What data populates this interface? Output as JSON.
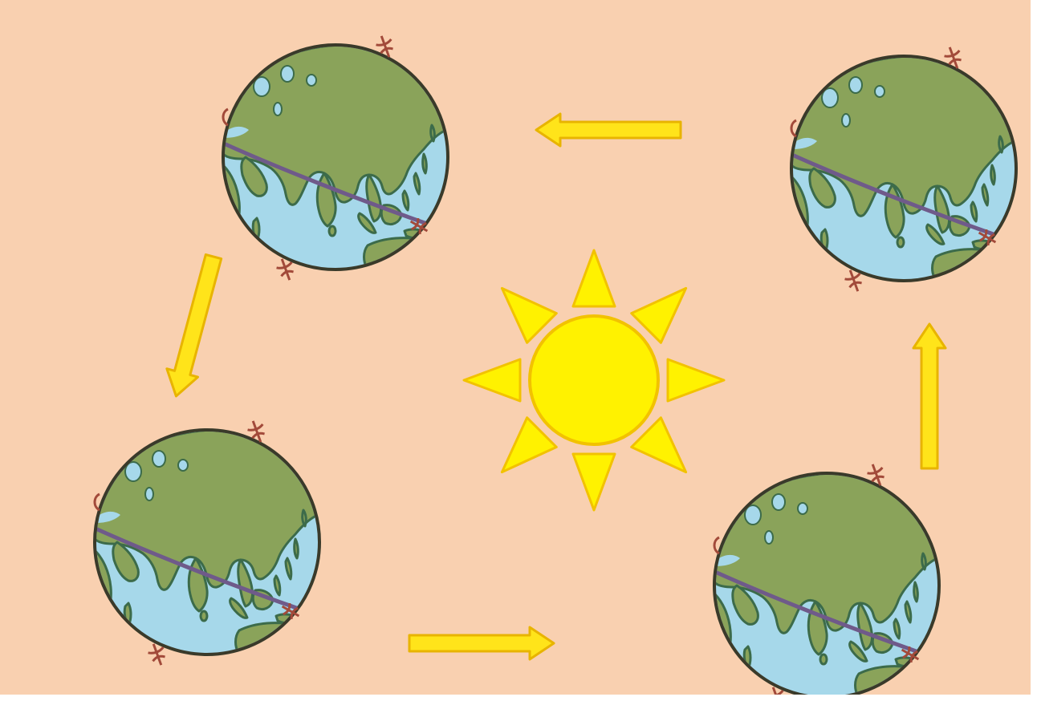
{
  "diagram": {
    "subject": "earth-revolution-around-sun",
    "colors": {
      "background": "#f9d0b0",
      "frame": "#ffffff",
      "sun_fill": "#fff200",
      "sun_stroke": "#f2c200",
      "arrow_fill": "#ffe41a",
      "arrow_stroke": "#e8b400",
      "ocean": "#a6d8ea",
      "land": "#8aa35a",
      "land_stroke": "#3c6b4a",
      "globe_outline": "#3a3a2a",
      "equator": "#6f5a8a",
      "axis": "#a24a3a"
    },
    "globes": [
      {
        "name": "earth-top-left"
      },
      {
        "name": "earth-top-right"
      },
      {
        "name": "earth-bottom-left"
      },
      {
        "name": "earth-bottom-right"
      }
    ],
    "arrows": [
      {
        "name": "arrow-left",
        "direction": "left"
      },
      {
        "name": "arrow-down",
        "direction": "down"
      },
      {
        "name": "arrow-right",
        "direction": "right"
      },
      {
        "name": "arrow-up",
        "direction": "up"
      }
    ]
  }
}
